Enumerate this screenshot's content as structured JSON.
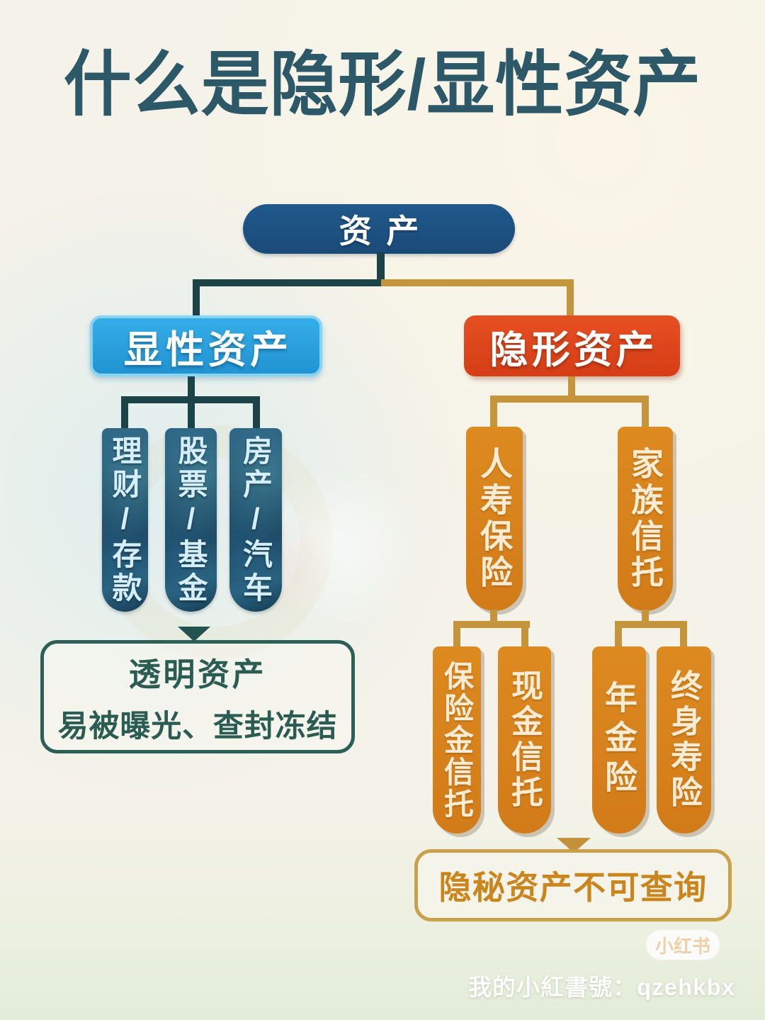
{
  "title": "什么是隐形/显性资产",
  "tree": {
    "root": {
      "label": "资产"
    },
    "visible": {
      "header": "显性资产",
      "items": [
        "理财/存款",
        "股票/基金",
        "房产/汽车"
      ],
      "note": {
        "line1": "透明资产",
        "line2": "易被曝光、查封冻结"
      }
    },
    "hidden": {
      "header": "隐形资产",
      "groups": [
        {
          "label": "人寿保险",
          "items": [
            "保险金信托",
            "现金信托"
          ]
        },
        {
          "label": "家族信托",
          "items": [
            "年金险",
            "终身寿险"
          ]
        }
      ],
      "note": {
        "line1": "隐秘资产不可查询"
      }
    }
  },
  "watermark": {
    "badge": "小红书",
    "account": "我的小紅書號：qzehkbx"
  },
  "colors": {
    "background": "#f4f2e9",
    "title_text": "#2c5868",
    "root_fill": "#1c4f80",
    "visible_fill": "#2aa3e0",
    "hidden_fill": "#e0481d",
    "capsule_blue": "#1b455f",
    "capsule_orange": "#d9831d",
    "connector_dark": "#1c4448",
    "connector_gold": "#c4953c",
    "note_teal_border": "#2c5f55",
    "note_gold_border": "#c9a14a",
    "note_gold_text": "#ca861d"
  }
}
